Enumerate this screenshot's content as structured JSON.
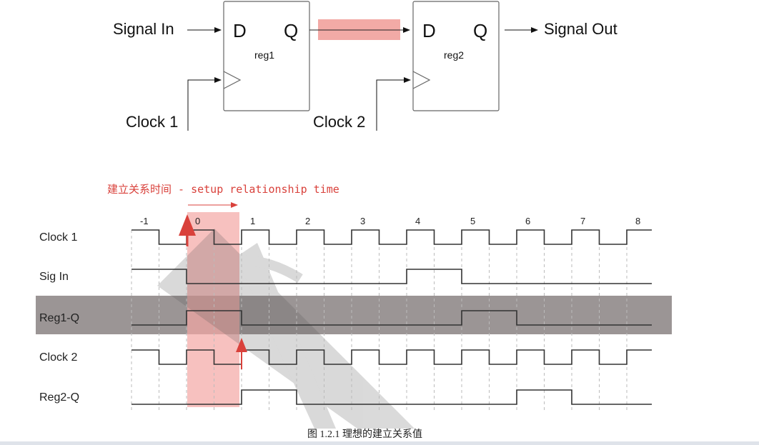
{
  "circuit": {
    "signal_in": "Signal In",
    "signal_out": "Signal Out",
    "clock1": "Clock 1",
    "clock2": "Clock 2",
    "reg1": {
      "name": "reg1",
      "d": "D",
      "q": "Q"
    },
    "reg2": {
      "name": "reg2",
      "d": "D",
      "q": "Q"
    }
  },
  "timing": {
    "title": "建立关系时间 - setup relationship time",
    "caption": "图 1.2.1  理想的建立关系值",
    "ticks": [
      "-1",
      "0",
      "1",
      "2",
      "3",
      "4",
      "5",
      "6",
      "7",
      "8"
    ],
    "signals": [
      {
        "name": "Clock 1",
        "type": "clock"
      },
      {
        "name": "Sig In",
        "type": "data",
        "high": [
          [
            -1,
            0
          ],
          [
            4,
            5
          ]
        ]
      },
      {
        "name": "Reg1-Q",
        "type": "data",
        "high": [
          [
            0,
            1
          ],
          [
            5,
            6
          ]
        ],
        "highlighted": true
      },
      {
        "name": "Clock 2",
        "type": "clock"
      },
      {
        "name": "Reg2-Q",
        "type": "data",
        "high": [
          [
            1,
            2
          ],
          [
            6,
            7
          ]
        ]
      }
    ],
    "colors": {
      "accent": "#d9413b",
      "highlight_row": "#8a8282",
      "setup_band": "#f3a7a4",
      "path_bar": "#f2aaa6"
    }
  }
}
